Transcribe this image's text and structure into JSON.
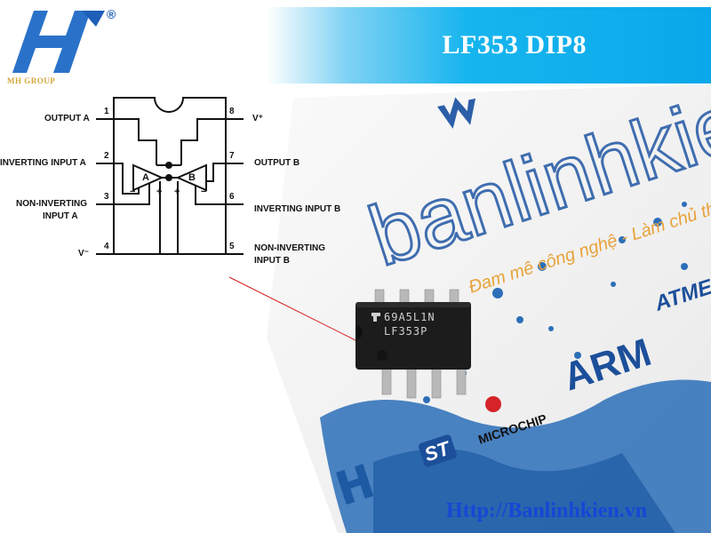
{
  "logo": {
    "reg_mark": "®",
    "caption": "MH GROUP"
  },
  "banner": {
    "title": "LF353 DIP8"
  },
  "pinout": {
    "pin1": {
      "num": "1",
      "label": "OUTPUT A"
    },
    "pin2": {
      "num": "2",
      "label": "INVERTING INPUT A"
    },
    "pin3": {
      "num": "3",
      "label_line1": "NON-INVERTING",
      "label_line2": "INPUT A"
    },
    "pin4": {
      "num": "4",
      "label": "V⁻"
    },
    "pin5": {
      "num": "5",
      "label_line1": "NON-INVERTING",
      "label_line2": "INPUT B"
    },
    "pin6": {
      "num": "6",
      "label": "INVERTING INPUT B"
    },
    "pin7": {
      "num": "7",
      "label": "OUTPUT B"
    },
    "pin8": {
      "num": "8",
      "label": "V⁺"
    },
    "amp_a": "A",
    "amp_b": "B",
    "minus": "−",
    "plus": "+"
  },
  "chip": {
    "line1": "69A5L1N",
    "line2": "LF353P"
  },
  "background": {
    "brand": "banlinhkien",
    "slogan": "Đam mê công nghệ - Làm chủ thi",
    "logos": [
      "ARM",
      "MICROCHIP",
      "ATMEL"
    ]
  },
  "footer": {
    "url": "Http://Banlinhkien.vn"
  },
  "colors": {
    "banner": "#0aa8ea",
    "url": "#1547d6",
    "brand_blue": "#2c5fa8",
    "slogan": "#e8a23a"
  }
}
